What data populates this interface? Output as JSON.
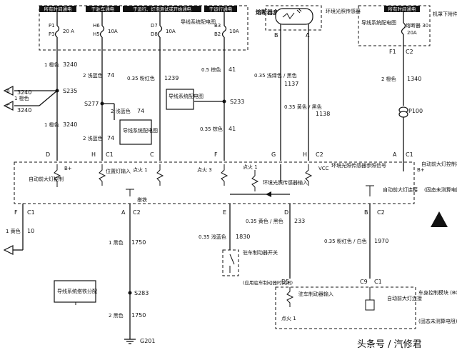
{
  "fuse_block": {
    "title": "熔断器盒",
    "hot_labels": [
      "所有时间通电",
      "于驻车通电",
      "于运行、灯泡测试或开始通电",
      "于运行通电"
    ],
    "fuses": [
      {
        "top_pin": "P1",
        "bottom_pin": "P3",
        "rating": "20 A"
      },
      {
        "top_pin": "H6",
        "bottom_pin": "H5",
        "rating": "10A"
      },
      {
        "top_pin": "D7",
        "bottom_pin": "D8",
        "rating": "10A"
      },
      {
        "top_pin": "B3",
        "bottom_pin": "B2",
        "rating": "10A"
      }
    ],
    "ref_text": "导线系统配电图"
  },
  "sensor": {
    "pins": [
      "B",
      "A"
    ],
    "label": "环境光照传感器"
  },
  "underhood_block": {
    "hot_label": "所有时间通电",
    "side_label": "机罩下附件线接线盒",
    "fuse_name": "熔断器 30",
    "fuse_rating": "20A",
    "ref_text": "导线系统配电图",
    "pins": [
      "F1",
      "C2"
    ]
  },
  "wires": {
    "w3240": {
      "gauge": "1 橙色",
      "circuit": "3240"
    },
    "w74": {
      "gauge": "2 浅蓝色",
      "circuit": "74"
    },
    "w1239": {
      "gauge": "0.35 粉红色",
      "circuit": "1239"
    },
    "w41": {
      "gauge": "0.5 棕色",
      "circuit": "41"
    },
    "w41b": {
      "gauge": "0.35 棕色",
      "circuit": "41"
    },
    "w1137": {
      "gauge": "0.35 浅绿色 / 黑色",
      "circuit": "1137"
    },
    "w1138": {
      "gauge": "0.35 黄色 / 黑色",
      "circuit": "1138"
    },
    "w1340": {
      "gauge": "2 橙色",
      "circuit": "1340"
    },
    "w10": {
      "gauge": "1 黄色",
      "circuit": "10"
    },
    "w1750a": {
      "gauge": "1 黑色",
      "circuit": "1750"
    },
    "w1750b": {
      "gauge": "2 黑色",
      "circuit": "1750"
    },
    "w1830": {
      "gauge": "0.35 浅蓝色",
      "circuit": "1830"
    },
    "w233": {
      "gauge": "0.35 黄色 / 黑色",
      "circuit": "233"
    },
    "w1970": {
      "gauge": "0.35 粉红色 / 白色",
      "circuit": "1970"
    }
  },
  "splices": {
    "s235": "S235",
    "s277": "S277",
    "s233": "S233",
    "s283": "S283",
    "p100": "P100",
    "g201": "G201"
  },
  "left_branch": {
    "gauge": "1 橙色",
    "circuit": "3240",
    "arrows": [
      "B",
      "C"
    ]
  },
  "ref_boxes": {
    "wiring_dist": "导线系统配电图",
    "ground_dist": "导线系统搭铁分配"
  },
  "module_top_pins": [
    "D",
    "H",
    "C1",
    "C",
    "F",
    "G",
    "H",
    "C2",
    "A",
    "C1"
  ],
  "module": {
    "title": "自动前大灯控制模块",
    "subtitle": "(固态未测算电阻)",
    "b_plus": "B+",
    "auto_ctrl": "自动前大灯控制",
    "position_light": "位置灯输入",
    "ignition3_a": "点火 1",
    "ignition3_b": "点火 3",
    "ignition1": "点火 1",
    "vcc": "VCC",
    "sensor_signal": "环境光照传感器输入",
    "sensor_ref": "环境光照传感器参照信号",
    "ground": "搭铁",
    "auto_conn": "自动前大灯连接",
    "b_plus2": "B+"
  },
  "module_bottom_pins": [
    "F",
    "C1",
    "A",
    "C2",
    "E",
    "D",
    "B",
    "C2"
  ],
  "brake_switch": {
    "label": "驻车制动器开关",
    "note": "(应用驻车制动器时关闭)"
  },
  "bcm": {
    "title": "车身控制模块 (BCM)",
    "subtitle": "(固态未测算电阻)",
    "brake_input": "驻车制动器输入",
    "ignition": "点火 1",
    "auto_conn": "自动前大灯连接",
    "pins": [
      "D5",
      "C9",
      "C1"
    ]
  },
  "watermark": "头条号 / 汽修君"
}
